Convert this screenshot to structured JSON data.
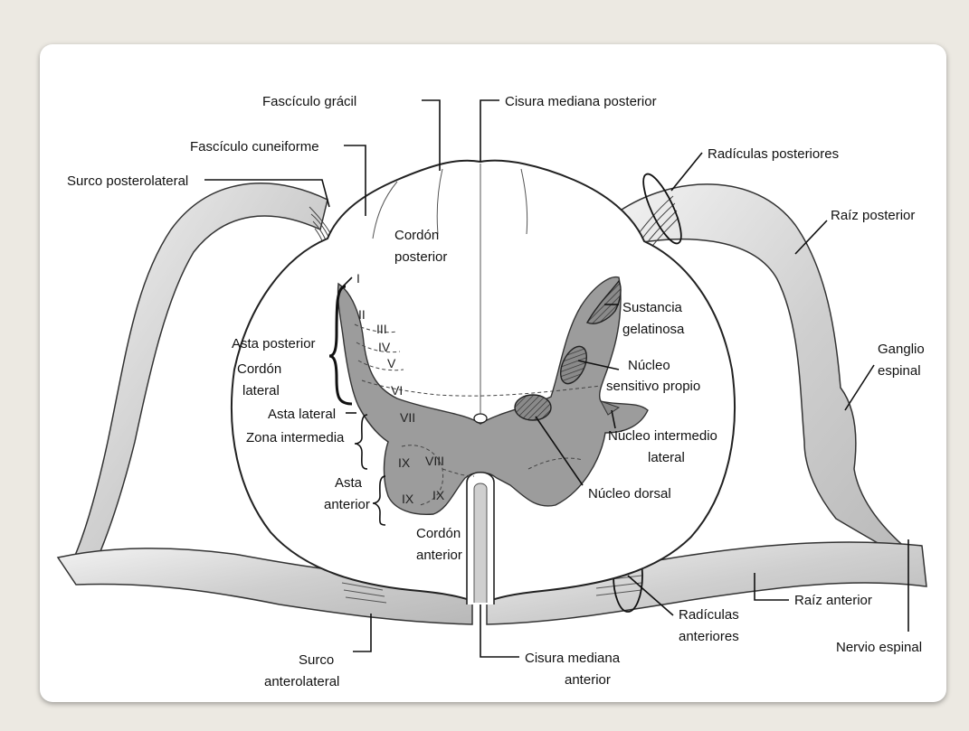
{
  "colors": {
    "page_bg": "#ece9e2",
    "card_bg": "#ffffff",
    "gray_matter": "#9a9a9a",
    "nerve_fill": "#d6d6d6",
    "outline": "#222222"
  },
  "labels": {
    "fasciculo_gracil": "Fascículo grácil",
    "cisura_mediana_posterior": "Cisura mediana posterior",
    "fasciculo_cuneiforme": "Fascículo cuneiforme",
    "radiculas_posteriores": "Radículas posteriores",
    "surco_posterolateral": "Surco posterolateral",
    "raiz_posterior": "Raíz posterior",
    "cordon_posterior_1": "Cordón",
    "cordon_posterior_2": "posterior",
    "sustancia_gelatinosa_1": "Sustancia",
    "sustancia_gelatinosa_2": "gelatinosa",
    "ganglio_espinal_1": "Ganglio",
    "ganglio_espinal_2": "espinal",
    "asta_posterior": "Asta posterior",
    "cordon_lateral_1": "Cordón",
    "cordon_lateral_2": "lateral",
    "nucleo_sensitivo_1": "Núcleo",
    "nucleo_sensitivo_2": "sensitivo propio",
    "asta_lateral": "Asta lateral",
    "zona_intermedia": "Zona intermedia",
    "nucleo_intermedio_1": "Núcleo intermedio",
    "nucleo_intermedio_2": "lateral",
    "asta_anterior_1": "Asta",
    "asta_anterior_2": "anterior",
    "nucleo_dorsal": "Núcleo dorsal",
    "cordon_anterior_1": "Cordón",
    "cordon_anterior_2": "anterior",
    "raiz_anterior": "Raíz anterior",
    "radiculas_anteriores_1": "Radículas",
    "radiculas_anteriores_2": "anteriores",
    "nervio_espinal": "Nervio espinal",
    "surco_anterolateral_1": "Surco",
    "surco_anterolateral_2": "anterolateral",
    "cisura_mediana_anterior_1": "Cisura mediana",
    "cisura_mediana_anterior_2": "anterior"
  },
  "laminae": {
    "I": "I",
    "II": "II",
    "III": "III",
    "IV": "IV",
    "V": "V",
    "VI": "VI",
    "VII": "VII",
    "VIII": "VIII",
    "IX": "IX"
  }
}
